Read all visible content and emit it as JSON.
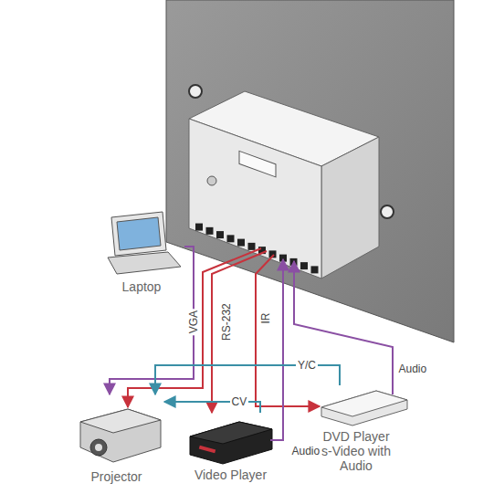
{
  "diagram": {
    "nodes": [
      {
        "text": [
          "Laptop"
        ]
      },
      {
        "text": [
          "Projector"
        ]
      },
      {
        "text": [
          "Video Player"
        ]
      },
      {
        "text": [
          "DVD Player s-Video with Audio"
        ]
      }
    ],
    "edges": [
      {
        "from": 0,
        "to": 1,
        "label": "VGA",
        "arrow": "to"
      },
      {
        "from": 3,
        "to": 1,
        "label": "Y/C",
        "arrow": "to"
      },
      {
        "from": 2,
        "to": 1,
        "label": "CV",
        "arrow": "to"
      }
    ],
    "labels": [
      "RS-232",
      "IR",
      "Audio",
      "Audio"
    ]
  }
}
